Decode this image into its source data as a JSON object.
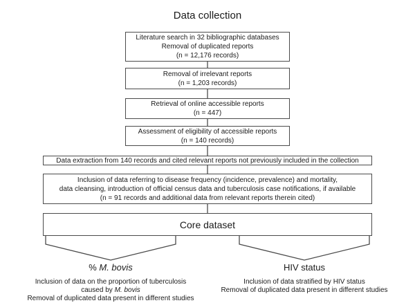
{
  "title": "Data collection",
  "steps": [
    {
      "id": "literature-search",
      "lines": [
        "Literature search in 32 bibliographic databases",
        "Removal of duplicated reports",
        "(n = 12,176 records)"
      ]
    },
    {
      "id": "irrelevant-removal",
      "lines": [
        "Removal of irrelevant reports",
        "(n = 1,203 records)"
      ]
    },
    {
      "id": "online-retrieval",
      "lines": [
        "Retrieval of online accessible reports",
        "(n = 447)"
      ]
    },
    {
      "id": "eligibility-assessment",
      "lines": [
        "Assessment of eligibility of accessible reports",
        "(n = 140 records)"
      ]
    },
    {
      "id": "data-extraction",
      "lines": [
        "Data extraction from 140 records and cited relevant reports not previously included in the collection"
      ]
    },
    {
      "id": "data-inclusion",
      "lines": [
        "Inclusion of data referring to disease frequency (incidence, prevalence) and mortality,",
        "data cleansing, introduction of official census data and tuberculosis case notifications, if available",
        "(n = 91 records and additional data from relevant reports therein cited)"
      ]
    }
  ],
  "core": {
    "label": "Core dataset"
  },
  "branches": {
    "left": {
      "heading_prefix": "% ",
      "heading_italic": "M. bovis",
      "line1": "Inclusion of data on the proportion of tuberculosis",
      "line2_prefix": "caused by ",
      "line2_italic": "M. bovis",
      "line3": "Removal of duplicated data present in different studies"
    },
    "right": {
      "heading": "HIV status",
      "line1": "Inclusion of data stratified by HIV status",
      "line2": "Removal of duplicated data present in different studies"
    }
  }
}
